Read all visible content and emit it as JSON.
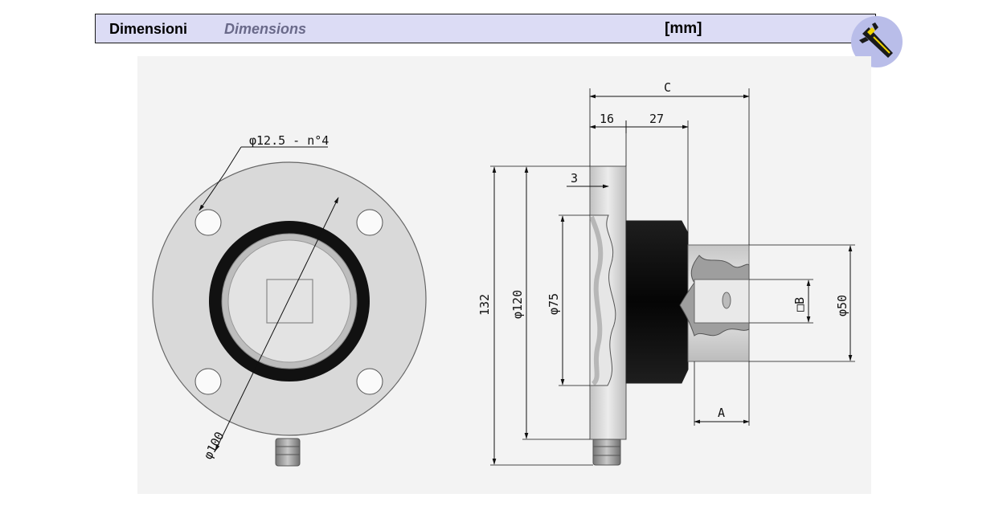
{
  "header": {
    "title": "Dimensioni",
    "subtitle": "Dimensions",
    "unit": "[mm]"
  },
  "icons": {
    "tool_icon": "caliper-icon"
  },
  "colors": {
    "header_background": "#dcdcf5",
    "badge_background": "#b9bde9",
    "drawing_background": "#f3f3f3",
    "ring_dark": "#111111",
    "flange_grey": "#d6d6d6"
  },
  "dimensions": {
    "holes": "φ12.5 - n°4",
    "bolt_circle": "φ100",
    "total_height": "132",
    "flange_diameter": "φ120",
    "pilot_diameter": "φ75",
    "shaft_diameter": "φ50",
    "square_drive": "□B",
    "length_c": "C",
    "length_16": "16",
    "length_27": "27",
    "recess_3": "3",
    "length_a": "A"
  }
}
